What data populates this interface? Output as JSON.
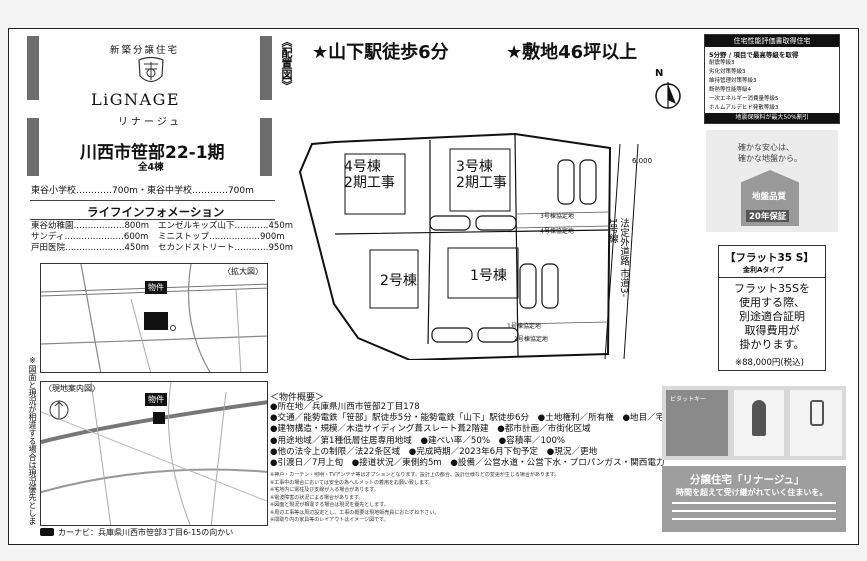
{
  "brand": {
    "tagline": "新築分譲住宅",
    "logo_text": "LiGNAGE",
    "name_kana": "リナージュ"
  },
  "property": {
    "title": "川西市笹部22-1期",
    "units": "全4棟"
  },
  "schools": "東谷小学校…………700m・東谷中学校…………700m",
  "lifeinfo": {
    "heading": "ライフインフォメーション",
    "left": [
      "東谷幼稚園………………800m",
      "サンディ…………………600m",
      "戸田医院…………………450m"
    ],
    "right": [
      "エンゼルキッズ山下…………450m",
      "ミニストップ………………900m",
      "セカンドストリート…………950m"
    ]
  },
  "maps": {
    "enlarged_label": "〈拡大図〉",
    "guide_label": "〈現地案内図〉",
    "property_marker": "物件",
    "side_note": "※図面と現況が相違する場合は現況優先とします。",
    "carnavi": "カーナビ：兵庫県川西市笹部3丁目6-15の向かい"
  },
  "layout_plan": {
    "label": "《配置図》",
    "headline_1": "★山下駅徒歩6分",
    "headline_2": "★敷地46坪以上",
    "north": "N",
    "bldg4": [
      "4号棟",
      "2期工事"
    ],
    "bldg3": [
      "3号棟",
      "2期工事"
    ],
    "bldg2": "2号棟",
    "bldg1": "1号棟",
    "road": "法定外道路 市道3-1号線",
    "road_width": "6.000",
    "boundary_labels": [
      "3号棟協定地",
      "4号棟協定地",
      "1号棟協定地",
      "2号棟協定地"
    ]
  },
  "overview": {
    "heading": "＜物件概要＞",
    "lines": [
      "●所在地／兵庫県川西市笹部2丁目178",
      "●交通／能勢電鉄「笹部」駅徒歩5分・能勢電鉄「山下」駅徒歩6分　●土地権利／所有権　●地目／宅地",
      "●建物構造・規模／木造サイディング葺スレート葺2階建　●都市計画／市街化区域",
      "●用途地域／第1種低層住居専用地域　●建ぺい率／50%　●容積率／100%",
      "●他の法令上の制限／法22条区域　●完成時期／2023年6月下旬予定　●現況／更地",
      "●引渡日／7月上旬　●接道状況／東側約5m　●設備／公営水道・公営下水・プロパンガス・関西電力"
    ],
    "notes": [
      "※神戸・カーテン・照明・TVアンテナ等はオプションとなります。設計上の都合、設計仕様などの変更が生じる場合があります。",
      "※工事中の場合においては安全の為ヘルメットの着用をお願い致します。",
      "※宅地内に電柱及び支線が入る場合があります。",
      "※電波障害の状況による場合があります。",
      "※図面と現況が相違する場合は現況を優先とします。",
      "※周辺工事等は周辺設定とし、工事の概要は現地販売員におたずね下さい。",
      "※間取り内の家具等のレイアウトはイメージ図です。"
    ]
  },
  "right_panel": {
    "cert_title": "住宅性能評価書取得住宅",
    "cert_sub": "5分野 / 項目で最高等級を取得",
    "cert_items": [
      "耐震等級3",
      "劣化対策等級3",
      "維持管理対策等級3",
      "断熱等性能等級4",
      "一次エネルギー消費量等級5",
      "ホルムアルデヒド発散等級3"
    ],
    "cert_footer": "地震保険料が最大50%割引",
    "quality_caption": [
      "確かな安心は、",
      "確かな地盤から。"
    ],
    "quality_badge": "地盤品質",
    "quality_years": "20年保証",
    "flat35_title": "【フラット35 S】",
    "flat35_sub": "金利Aタイプ",
    "flat35_body": [
      "フラット35Sを",
      "使用する際、",
      "別途適合証明",
      "取得費用が",
      "掛かります。"
    ],
    "flat35_fee": "※88,000円(税込)",
    "brochure_title": "ビタットキー",
    "series_title": "分譲住宅「リナージュ」",
    "series_sub": "時間を超えて受け継がれていく住まいを。"
  },
  "colors": {
    "accent": "#222222",
    "gray": "#6d6d6d",
    "panel": "#d9d9d9"
  }
}
